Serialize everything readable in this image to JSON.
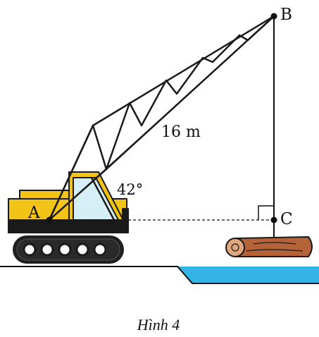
{
  "figure": {
    "points": {
      "a": "A",
      "b": "B",
      "c": "C"
    },
    "boom_length_label": "16 m",
    "angle_label": "42°",
    "caption": "Hình 4"
  },
  "colors": {
    "crane_body": "#f2c418",
    "crane_dark": "#1a1a1a",
    "window": "#d6eef5",
    "water": "#34b4e4",
    "log": "#b5643a",
    "log_end": "#e0a77e"
  }
}
